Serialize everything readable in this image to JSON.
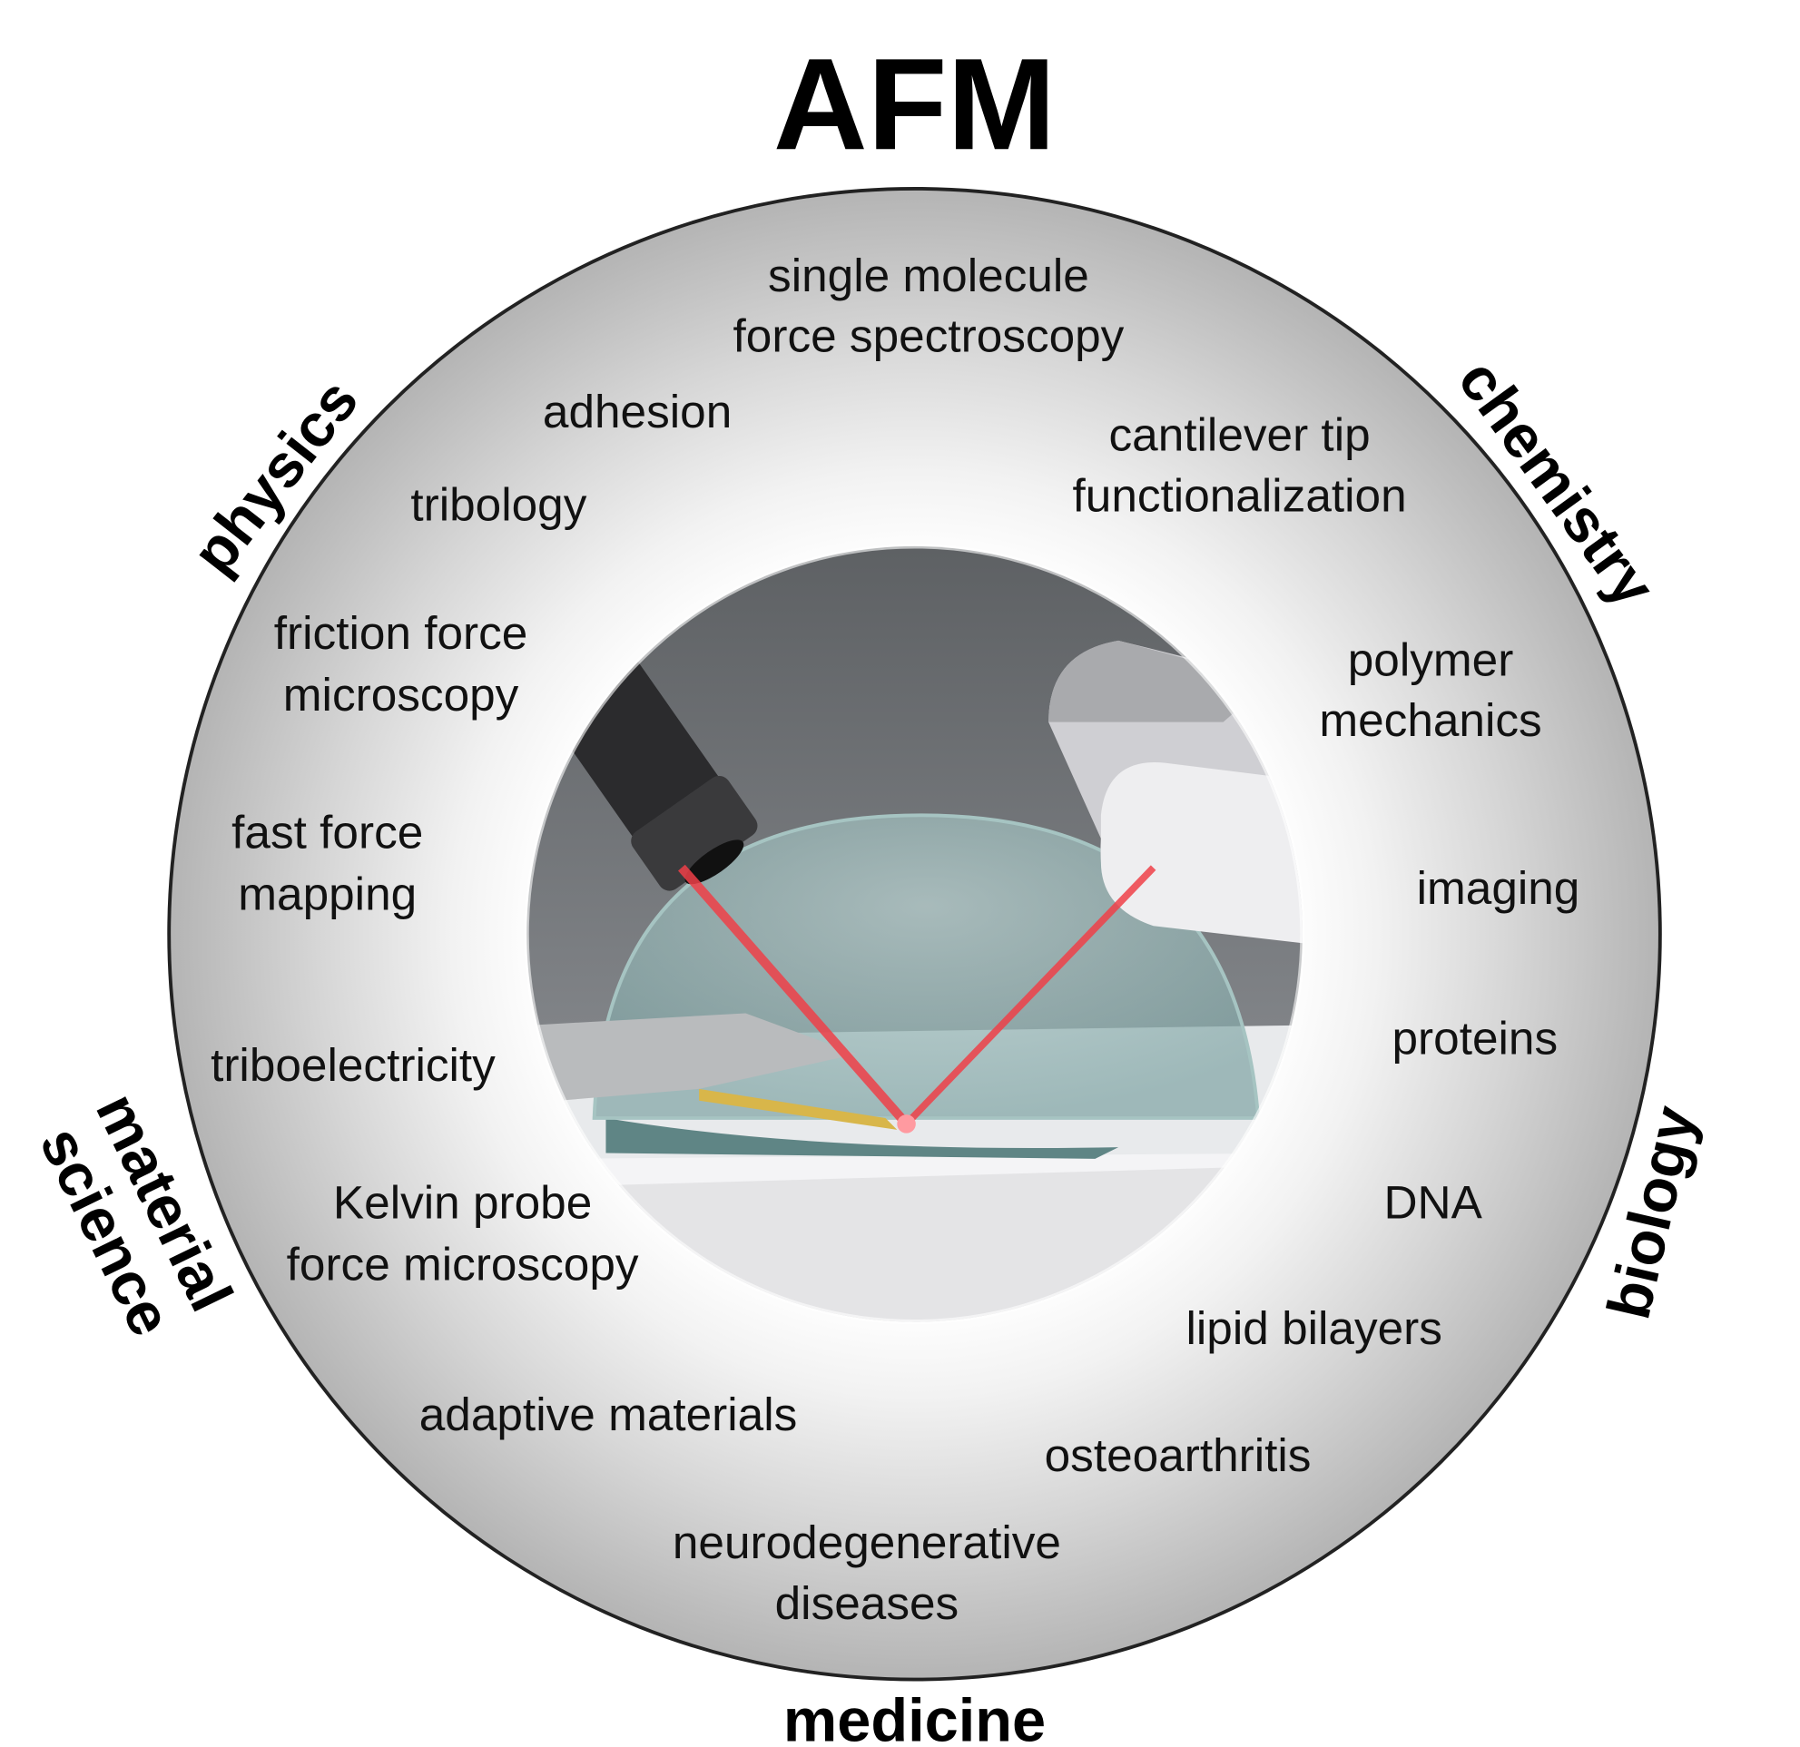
{
  "title": "AFM",
  "categories": {
    "physics": "physics",
    "chemistry": "chemistry",
    "biology": "biology",
    "medicine": "medicine",
    "material_science": [
      "material",
      "science"
    ]
  },
  "applications": {
    "single_molecule": [
      "single molecule",
      "force spectroscopy"
    ],
    "adhesion": "adhesion",
    "tribology": "tribology",
    "cantilever": [
      "cantilever tip",
      "functionalization"
    ],
    "friction": [
      "friction force",
      "microscopy"
    ],
    "polymer": [
      "polymer",
      "mechanics"
    ],
    "fast_force": [
      "fast force",
      "mapping"
    ],
    "imaging": "imaging",
    "triboelectricity": "triboelectricity",
    "proteins": "proteins",
    "dna": "DNA",
    "kelvin": [
      "Kelvin probe",
      "force microscopy"
    ],
    "lipid": "lipid bilayers",
    "adaptive": "adaptive materials",
    "osteoarthritis": "osteoarthritis",
    "neuro": [
      "neurodegenerative",
      "diseases"
    ]
  },
  "colors": {
    "laser": "#e8323c",
    "ring": "#bdbdbd",
    "cantilever": "#d8b64a"
  }
}
